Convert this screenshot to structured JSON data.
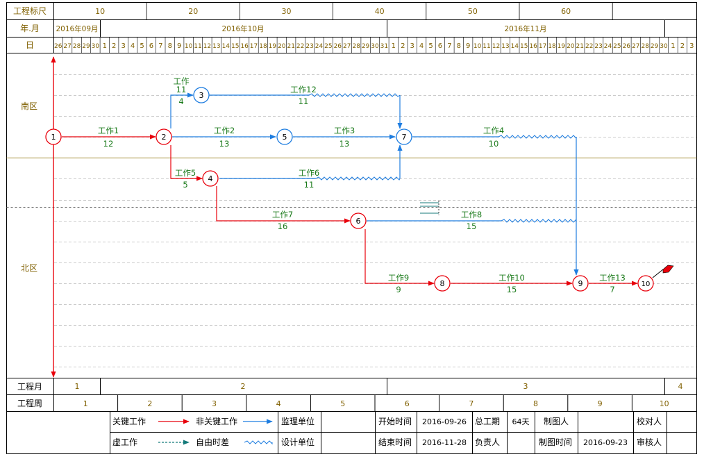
{
  "header": {
    "row_scale_label": "工程标尺",
    "row_month_label": "年.月",
    "row_day_label": "日",
    "scale_ticks": [
      "10",
      "20",
      "30",
      "40",
      "50",
      "60"
    ],
    "months": [
      "2016年09月",
      "2016年10月",
      "2016年11月"
    ],
    "days": [
      "26",
      "27",
      "28",
      "29",
      "30",
      "1",
      "2",
      "3",
      "4",
      "5",
      "6",
      "7",
      "8",
      "9",
      "10",
      "11",
      "12",
      "13",
      "14",
      "15",
      "16",
      "17",
      "18",
      "19",
      "20",
      "21",
      "22",
      "23",
      "24",
      "25",
      "26",
      "27",
      "28",
      "29",
      "30",
      "31",
      "1",
      "2",
      "3",
      "4",
      "5",
      "6",
      "7",
      "8",
      "9",
      "10",
      "11",
      "12",
      "13",
      "14",
      "15",
      "16",
      "17",
      "18",
      "19",
      "20",
      "21",
      "22",
      "23",
      "24",
      "25",
      "26",
      "27",
      "28",
      "29",
      "30",
      "1",
      "2",
      "3"
    ]
  },
  "zones": [
    "南区",
    "北区"
  ],
  "nodes": [
    "1",
    "2",
    "3",
    "4",
    "5",
    "6",
    "7",
    "8",
    "9",
    "10"
  ],
  "activities": [
    {
      "name": "工作1",
      "duration": "12"
    },
    {
      "name": "工作2",
      "duration": "13"
    },
    {
      "name": "工作3",
      "duration": "13"
    },
    {
      "name": "工作4",
      "duration": "10"
    },
    {
      "name": "工作",
      "duration": "11"
    },
    {
      "name": "工作5",
      "duration": "5"
    },
    {
      "name": "工作6",
      "duration": "11"
    },
    {
      "name": "工作7",
      "duration": "16"
    },
    {
      "name": "工作8",
      "duration": "15"
    },
    {
      "name": "工作9",
      "duration": "9"
    },
    {
      "name": "工作10",
      "duration": "15"
    },
    {
      "name": "工作12",
      "duration": "11"
    },
    {
      "name": "工作13",
      "duration": "7"
    },
    {
      "name": "",
      "duration": "4"
    }
  ],
  "footer": {
    "month_label": "工程月",
    "week_label": "工程周",
    "months": [
      "1",
      "2",
      "3",
      "4"
    ],
    "weeks": [
      "1",
      "2",
      "3",
      "4",
      "5",
      "6",
      "7",
      "8",
      "9",
      "10"
    ]
  },
  "legend": {
    "critical": "关键工作",
    "noncritical": "非关键工作",
    "dummy": "虚工作",
    "float": "自由时差",
    "supervisor_label": "监理单位",
    "supervisor_value": "",
    "designer_label": "设计单位",
    "designer_value": "",
    "start_label": "开始时间",
    "start_value": "2016-09-26",
    "end_label": "结束时间",
    "end_value": "2016-11-28",
    "duration_label": "总工期",
    "duration_value": "64天",
    "owner_label": "负责人",
    "owner_value": "",
    "drafter_label": "制图人",
    "drafter_value": "",
    "draw_time_label": "制图时间",
    "draw_time_value": "2016-09-23",
    "checker_label": "校对人",
    "checker_value": "",
    "reviewer_label": "审核人",
    "reviewer_value": ""
  },
  "colors": {
    "critical": "#e8000b",
    "noncritical": "#1e7de0",
    "label_text": "#1a7a1a",
    "header_text": "#806000",
    "dummy": "#147a7a"
  }
}
